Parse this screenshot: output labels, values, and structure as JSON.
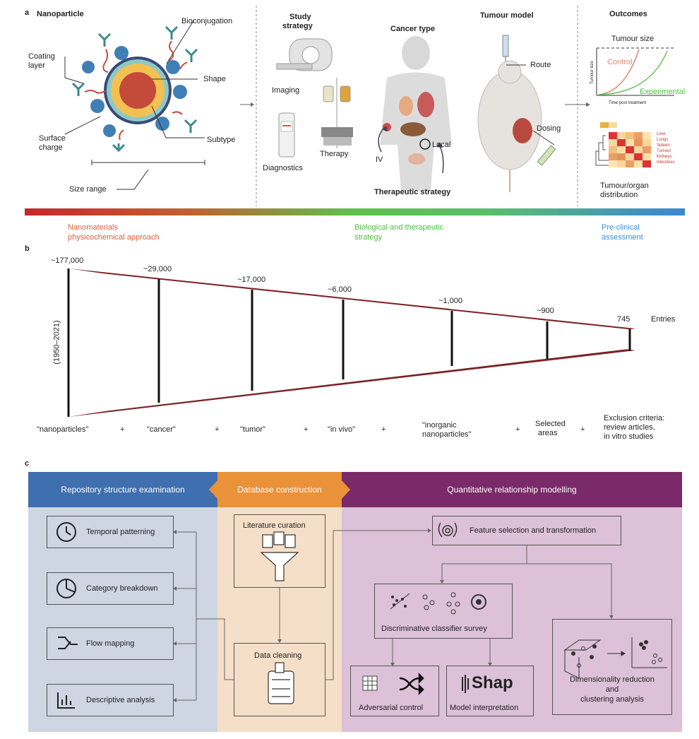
{
  "panel_a": {
    "letter": "a",
    "nanoparticle": {
      "title": "Nanoparticle",
      "bioconjugation": "Bioconjugation",
      "coating_layer_1": "Coating",
      "coating_layer_2": "layer",
      "shape": "Shape",
      "surface_charge_1": "Surface",
      "surface_charge_2": "charge",
      "subtype": "Subtype",
      "size_range": "Size range"
    },
    "study_strategy": {
      "title_1": "Study",
      "title_2": "strategy",
      "imaging": "Imaging",
      "diagnostics": "Diagnostics",
      "therapy": "Therapy"
    },
    "cancer_type": {
      "title": "Cancer type",
      "iv": "IV",
      "local": "Local",
      "therapeutic_strategy": "Therapeutic strategy"
    },
    "tumour_model": {
      "title": "Tumour model",
      "route": "Route",
      "dosing": "Dosing"
    },
    "outcomes": {
      "title": "Outcomes",
      "tumour_size": "Tumour size",
      "control": "Control",
      "experimental": "Experimental",
      "y_axis": "Tumour size",
      "x_axis": "Time post treatment",
      "organs": [
        "Liver",
        "Lungs",
        "Spleen",
        "Tumour",
        "Kidneys",
        "Intestines"
      ],
      "distribution_1": "Tumour/organ",
      "distribution_2": "distribution"
    },
    "bar_labels": {
      "left_1": "Nanomaterials",
      "left_2": "physicochemical approach",
      "mid_1": "Biological and therapeutic",
      "mid_2": "strategy",
      "right_1": "Pre-clinical",
      "right_2": "assessment"
    },
    "colors": {
      "red_label": "#d9603b",
      "green_label": "#4cbf3f",
      "blue_label": "#3a8fd6"
    }
  },
  "panel_b": {
    "letter": "b",
    "period": "(1950–2021)",
    "entries_label": "Entries",
    "counts": [
      "~177,000",
      "~29,000",
      "~17,000",
      "~6,000",
      "~1,000",
      "~900",
      "745"
    ],
    "terms": [
      "\"nanoparticles\"",
      "\"cancer\"",
      "\"tumor\"",
      "\"in vivo\"",
      "\"inorganic",
      "nanoparticles\"",
      "Selected",
      "areas",
      "Exclusion criteria:",
      "review articles,",
      "in vitro studies"
    ],
    "plus": "+",
    "funnel_color": "#7a2326"
  },
  "panel_c": {
    "letter": "c",
    "bands": {
      "left": "Repository structure examination",
      "middle": "Database construction",
      "right": "Quantitative relationship modelling"
    },
    "left_items": [
      "Temporal patterning",
      "Category breakdown",
      "Flow mapping",
      "Descriptive analysis"
    ],
    "middle_items": [
      "Literature curation",
      "Data cleaning"
    ],
    "right_items": {
      "feature": "Feature selection and transformation",
      "classifier": "Discriminative classifier survey",
      "adversarial": "Adversarial control",
      "interpretation": "Model interpretation",
      "shap": "Shap",
      "dimred_1": "Dimensionality reduction",
      "dimred_2": "and",
      "dimred_3": "clustering analysis"
    },
    "colors": {
      "band_left": "#3f6fae",
      "band_middle": "#e9923a",
      "band_right": "#7a2a68",
      "bg_left": "#cdd6e2",
      "bg_middle": "#f6dfc8",
      "bg_right": "#dcc1d8"
    }
  }
}
